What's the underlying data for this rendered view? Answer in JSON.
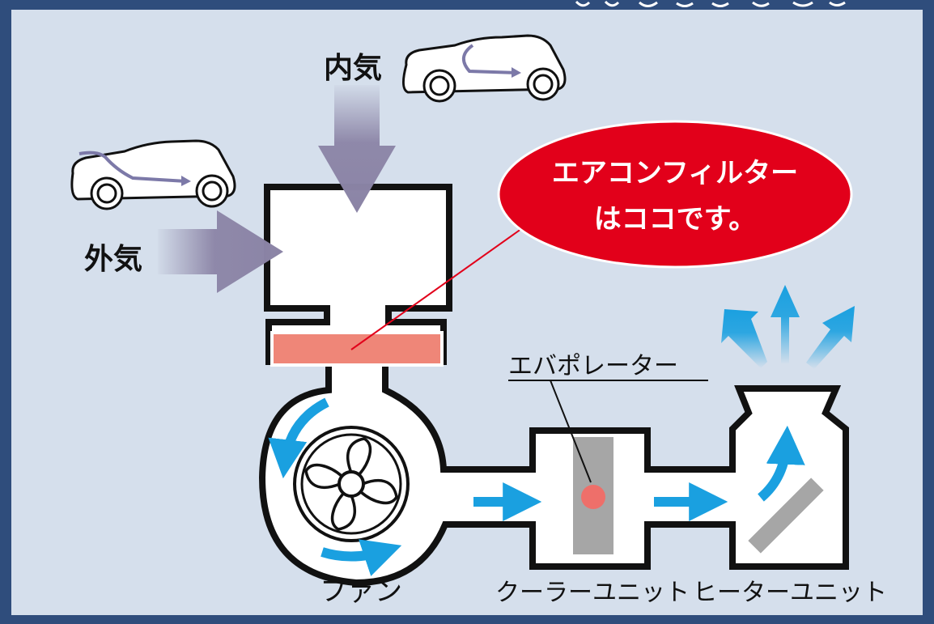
{
  "labels": {
    "inner_air": "内気",
    "outer_air": "外気",
    "callout_line1": "エアコンフィルター",
    "callout_line2": "はココです。",
    "evaporator": "エバポレーター",
    "fan": "ファン",
    "cooler_unit": "クーラーユニット",
    "heater_unit": "ヒーターユニット"
  },
  "colors": {
    "frame": "#2f4d7c",
    "background": "#d5dfec",
    "duct_outline": "#111111",
    "filter": "#ef8678",
    "callout": "#e2001a",
    "airflow_arrow": "#1aa0e0",
    "intake_arrow": "#8b84a6",
    "evaporator_block": "#a6a6a6",
    "evaporator_dot": "#ee6f6a"
  },
  "icons": {
    "car_inner": "car-recirculation-icon",
    "car_outer": "car-fresh-air-icon",
    "fan": "fan-icon"
  }
}
